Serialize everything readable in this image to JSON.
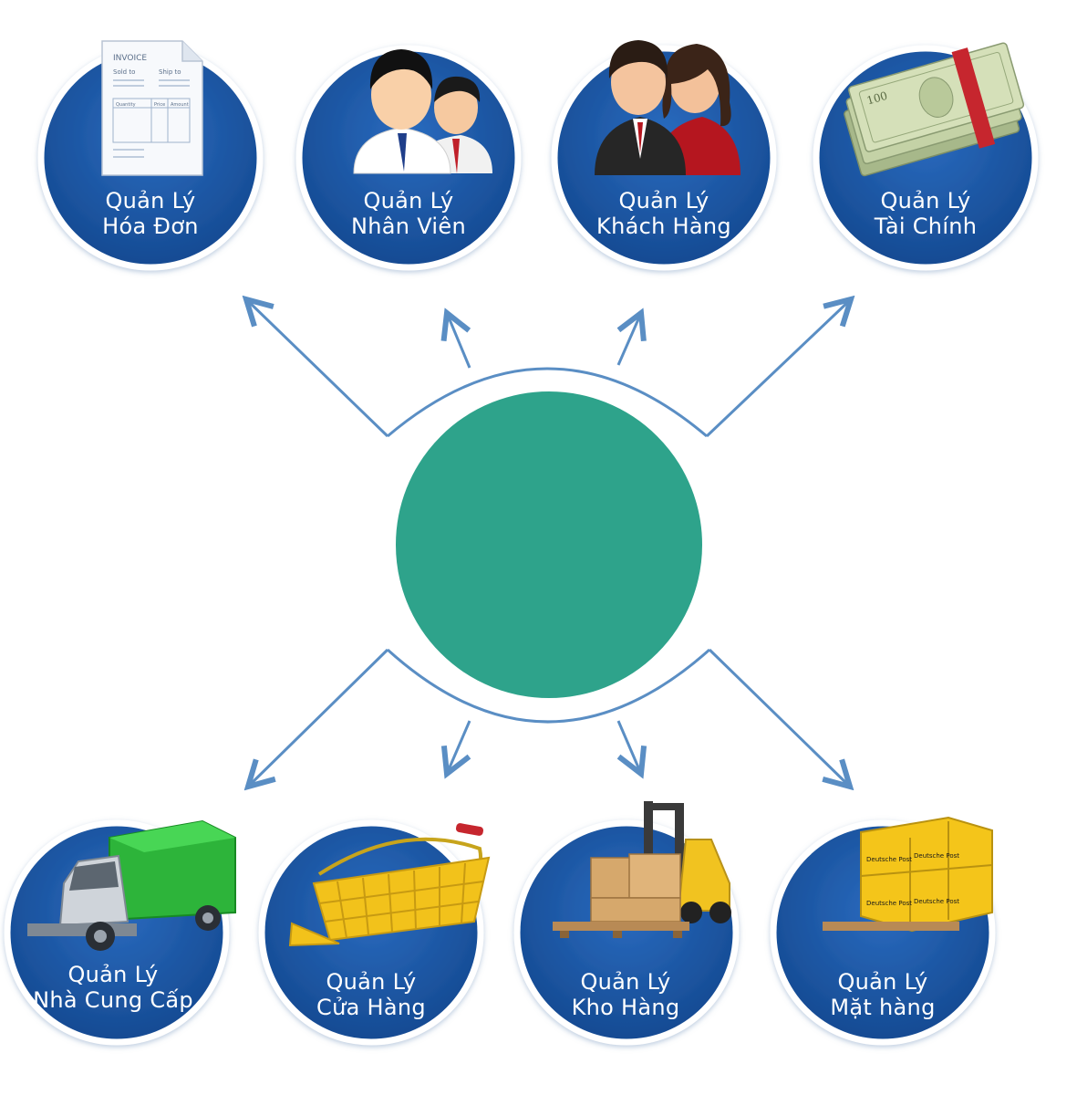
{
  "colors": {
    "circle_fill": "#1e5aa6",
    "circle_ring": "#ffffff",
    "hub_fill": "#2ea38b",
    "connector_stroke": "#5a8ec4"
  },
  "hub": {
    "label": ""
  },
  "modules_top": [
    {
      "icon": "invoice-icon",
      "line1": "Quản Lý",
      "line2": "Hóa Đơn"
    },
    {
      "icon": "employees-icon",
      "line1": "Quản Lý",
      "line2": "Nhân Viên"
    },
    {
      "icon": "customers-icon",
      "line1": "Quản Lý",
      "line2": "Khách Hàng"
    },
    {
      "icon": "money-icon",
      "line1": "Quản Lý",
      "line2": "Tài Chính"
    }
  ],
  "modules_bottom": [
    {
      "icon": "truck-icon",
      "line1": "Quản Lý",
      "line2": "Nhà Cung Cấp"
    },
    {
      "icon": "basket-icon",
      "line1": "Quản Lý",
      "line2": "Cửa Hàng"
    },
    {
      "icon": "forklift-icon",
      "line1": "Quản Lý",
      "line2": "Kho Hàng"
    },
    {
      "icon": "boxes-icon",
      "line1": "Quản Lý",
      "line2": "Mặt hàng"
    }
  ],
  "invoice_doc": {
    "title": "INVOICE",
    "sold_to": "Sold to",
    "ship_to": "Ship to",
    "col_quantity": "Quantity",
    "col_price": "Price",
    "col_amount": "Amount"
  },
  "banknote": {
    "denomination": "100"
  },
  "box_brand": "Deutsche Post"
}
